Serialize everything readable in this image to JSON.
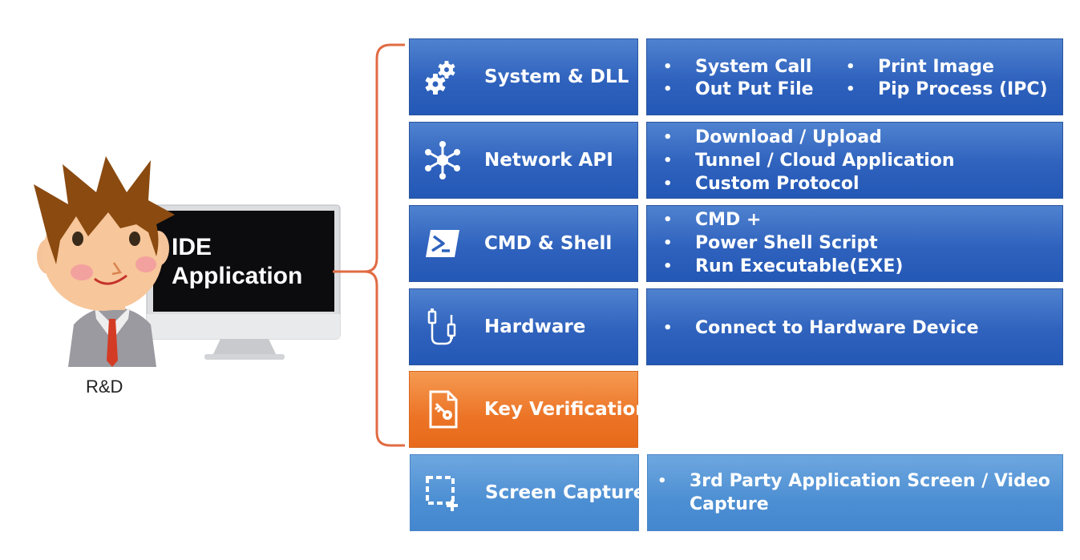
{
  "person": {
    "label": "R&D"
  },
  "monitor": {
    "line1": "IDE",
    "line2": "Application"
  },
  "categories": [
    {
      "label": "System & DLL",
      "icon": "gears-icon"
    },
    {
      "label": "Network API",
      "icon": "network-hub-icon"
    },
    {
      "label": "CMD & Shell",
      "icon": "powershell-icon"
    },
    {
      "label": "Hardware",
      "icon": "usb-cable-icon"
    },
    {
      "label": "Key Verification",
      "icon": "file-key-icon"
    },
    {
      "label": "Screen Capture",
      "icon": "screen-capture-icon"
    }
  ],
  "details": {
    "system": [
      "System Call",
      "Out Put File",
      "Print Image",
      "Pip Process (IPC)"
    ],
    "network": [
      "Download / Upload",
      "Tunnel / Cloud Application",
      "Custom Protocol"
    ],
    "cmd": [
      "CMD +",
      "Power Shell Script",
      "Run Executable(EXE)"
    ],
    "hardware": [
      "Connect to Hardware Device"
    ],
    "capture": [
      "3rd Party Application Screen / Video",
      "Capture"
    ]
  },
  "colors": {
    "blue": "#2f62bd",
    "orange": "#ec7426",
    "light_blue": "#4d8fd3",
    "bracket": "#e06b43"
  }
}
